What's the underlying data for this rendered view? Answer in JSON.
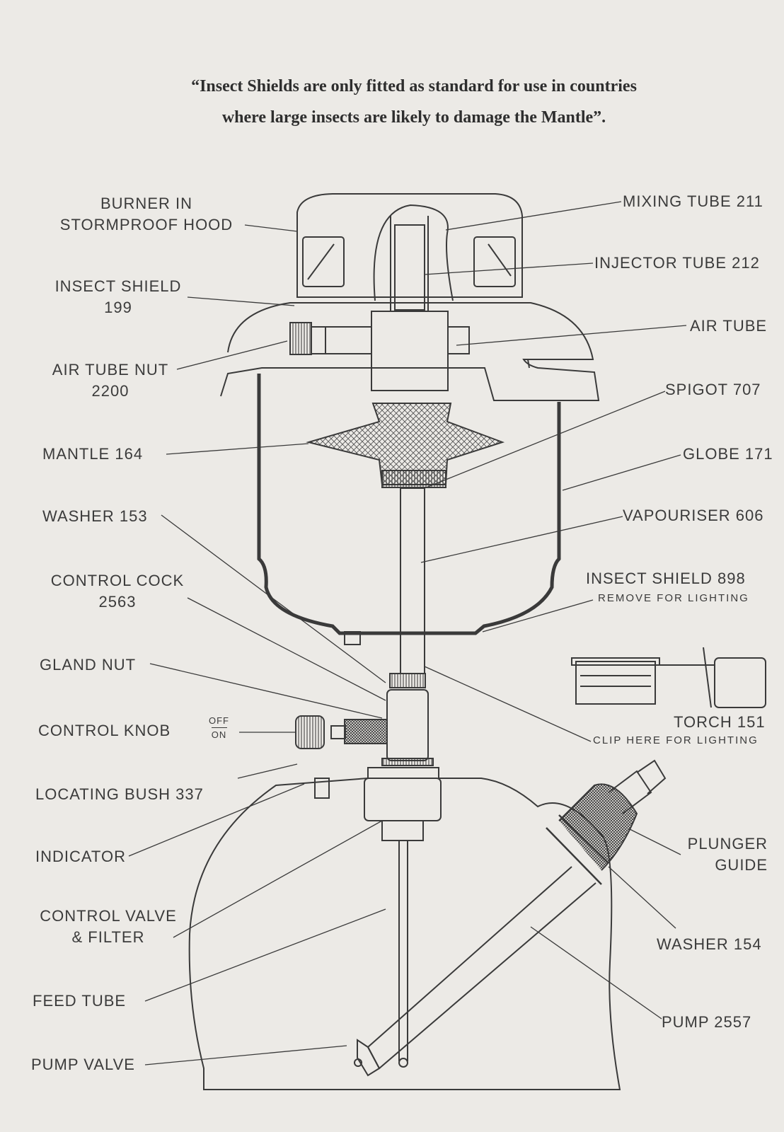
{
  "note": {
    "line1": "“Insect Shields are only fitted as standard for use in countries",
    "line2": "where large insects are likely to damage the Mantle”."
  },
  "labels": {
    "burner_line1": "BURNER IN",
    "burner_line2": "STORMPROOF HOOD",
    "insect_shield_199_line1": "INSECT SHIELD",
    "insect_shield_199_line2": "199",
    "air_tube_nut_line1": "AIR TUBE NUT",
    "air_tube_nut_line2": "2200",
    "mantle": "MANTLE 164",
    "washer_153": "WASHER 153",
    "control_cock_line1": "CONTROL COCK",
    "control_cock_line2": "2563",
    "gland_nut": "GLAND NUT",
    "control_knob": "CONTROL KNOB",
    "off": "OFF",
    "on": "ON",
    "locating_bush": "LOCATING BUSH 337",
    "indicator": "INDICATOR",
    "control_valve_line1": "CONTROL VALVE",
    "control_valve_line2": "& FILTER",
    "feed_tube": "FEED TUBE",
    "pump_valve": "PUMP VALVE",
    "mixing_tube": "MIXING TUBE 211",
    "injector_tube": "INJECTOR TUBE 212",
    "air_tube": "AIR TUBE",
    "spigot": "SPIGOT 707",
    "globe": "GLOBE 171",
    "vapouriser": "VAPOURISER 606",
    "insect_shield_898": "INSECT SHIELD 898",
    "remove_for_lighting": "REMOVE FOR LIGHTING",
    "torch": "TORCH 151",
    "clip_here": "CLIP HERE FOR LIGHTING",
    "plunger_guide_line1": "PLUNGER",
    "plunger_guide_line2": "GUIDE",
    "washer_154": "WASHER 154",
    "pump": "PUMP 2557"
  }
}
